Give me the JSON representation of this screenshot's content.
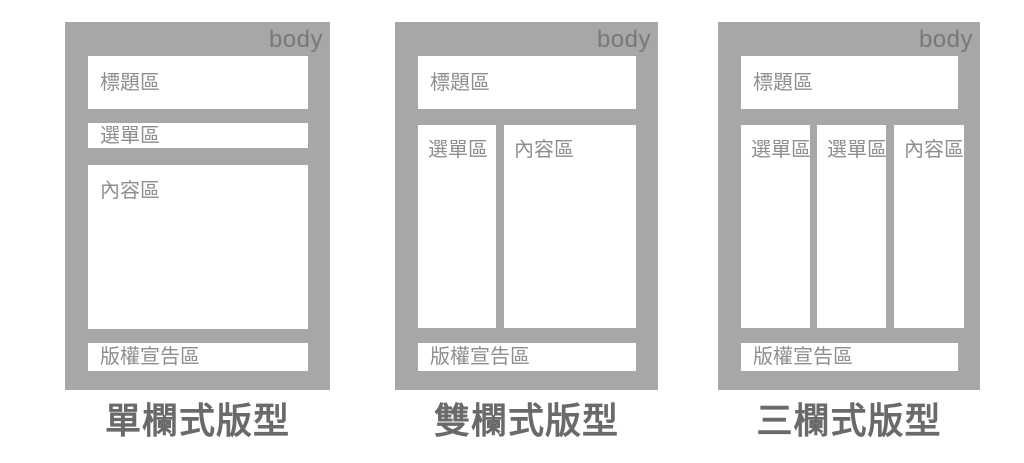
{
  "colors": {
    "frame_bg": "#a7a7a7",
    "box_bg": "#ffffff",
    "box_label_text": "#8e8e8e",
    "body_label_text": "#787878",
    "caption_text": "#6a6a6a"
  },
  "panels": [
    {
      "body_label": "body",
      "title": "標題區",
      "menu": "選單區",
      "content": "內容區",
      "footer": "版權宣告區",
      "caption": "單欄式版型"
    },
    {
      "body_label": "body",
      "title": "標題區",
      "menu": "選單區",
      "content": "內容區",
      "footer": "版權宣告區",
      "caption": "雙欄式版型"
    },
    {
      "body_label": "body",
      "title": "標題區",
      "menu1": "選單區",
      "menu2": "選單區",
      "content": "內容區",
      "footer": "版權宣告區",
      "caption": "三欄式版型"
    }
  ]
}
